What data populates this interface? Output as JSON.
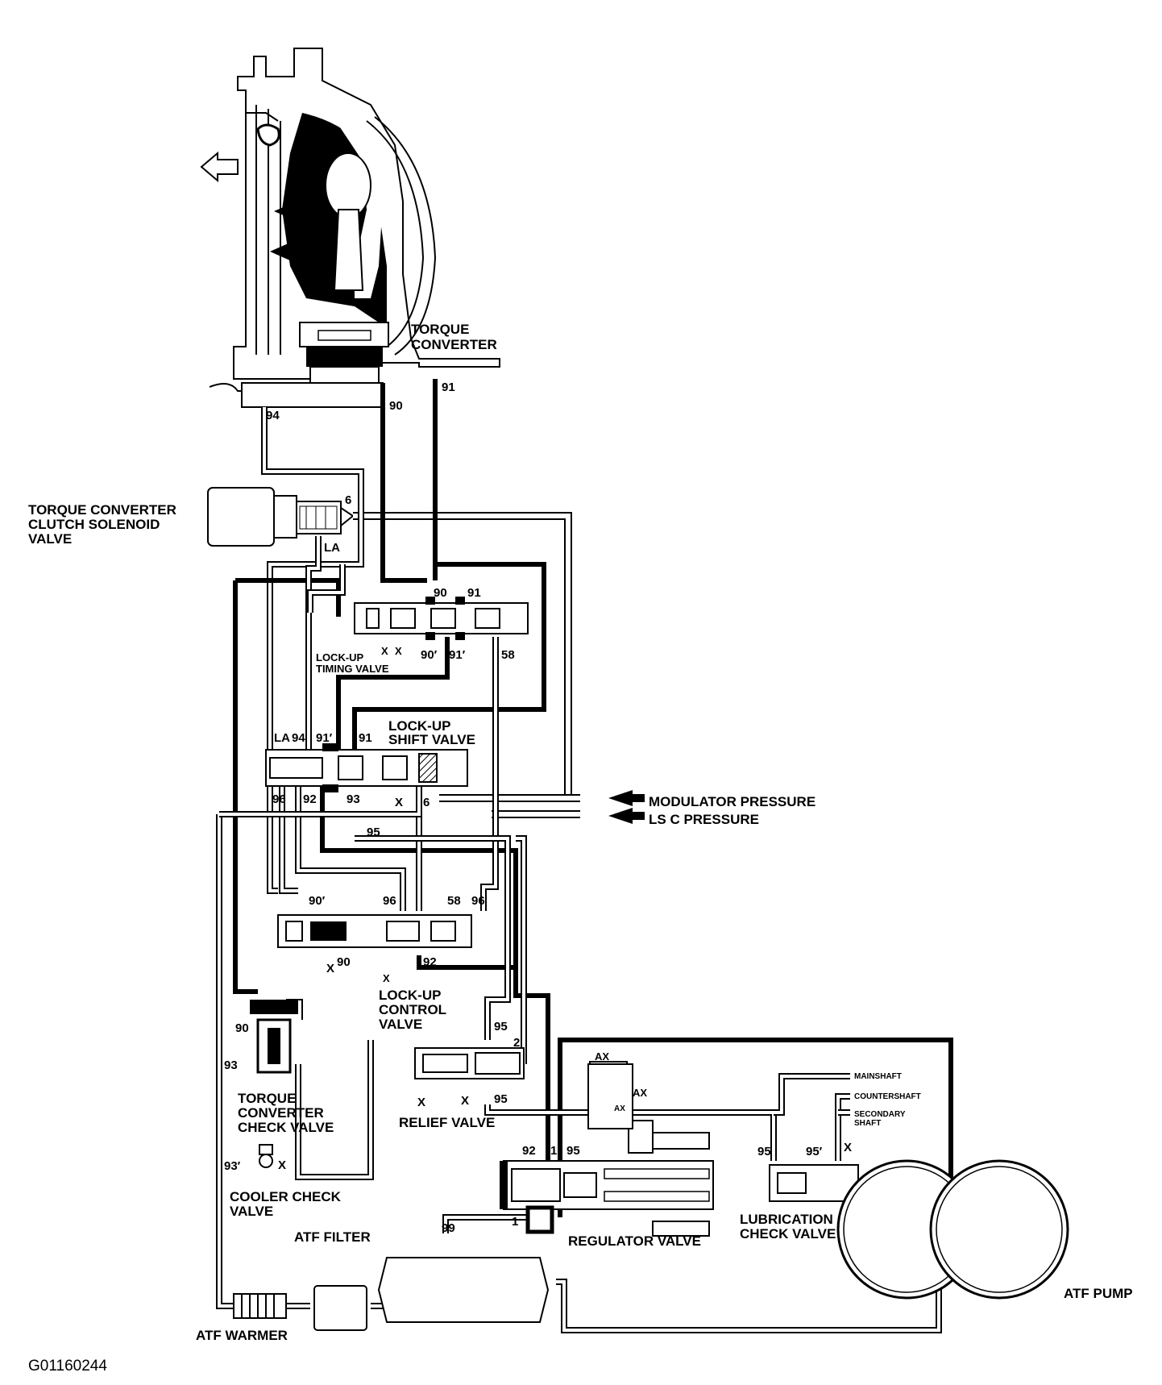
{
  "labels": {
    "torque_converter": [
      "TORQUE",
      "CONVERTER"
    ],
    "tcc_solenoid": [
      "TORQUE CONVERTER",
      "CLUTCH SOLENOID",
      "VALVE"
    ],
    "lockup_timing_valve": [
      "LOCK-UP",
      "TIMING VALVE"
    ],
    "lockup_shift_valve": [
      "LOCK-UP",
      "SHIFT VALVE"
    ],
    "modulator_pressure": "MODULATOR PRESSURE",
    "lsc_pressure": "LS C PRESSURE",
    "lockup_control_valve": [
      "LOCK-UP",
      "CONTROL",
      "VALVE"
    ],
    "relief_valve": "RELIEF VALVE",
    "tc_check_valve": [
      "TORQUE",
      "CONVERTER",
      "CHECK VALVE"
    ],
    "cooler_check_valve": [
      "COOLER CHECK",
      "VALVE"
    ],
    "atf_filter": "ATF FILTER",
    "atf_warmer": "ATF WARMER",
    "regulator_valve": "REGULATOR VALVE",
    "lubrication_check_valve": [
      "LUBRICATION",
      "CHECK VALVE"
    ],
    "atf_pump": "ATF PUMP",
    "mainshaft": "MAINSHAFT",
    "countershaft": "COUNTERSHAFT",
    "secondary_shaft": [
      "SECONDARY",
      "SHAFT"
    ],
    "figure_id": "G01160244"
  },
  "port_numbers": {
    "p91_top": "91",
    "p94_top": "94",
    "p90_top": "90",
    "p6_sol": "6",
    "la_sol": "LA",
    "p90_tim": "90",
    "p91_tim": "91",
    "p90p_tim": "90′",
    "p91p_tim": "91′",
    "p58_tim": "58",
    "x1_tim": "X",
    "x2_tim": "X",
    "la_sh": "LA",
    "p94_sh": "94",
    "p91p_sh": "91′",
    "p91_sh": "91",
    "p96_sh": "96",
    "p92_sh": "92",
    "p93_sh": "93",
    "x_sh": "X",
    "p6_sh": "6",
    "p95_sh": "95",
    "p90p_ctl": "90′",
    "p96_ctl": "96",
    "p58_ctl": "58",
    "p96b_ctl": "96",
    "x_ctl": "X",
    "p90_ctl": "90",
    "x2_ctl": "X",
    "p92_ctl": "92",
    "p90_chk": "90",
    "p93_chk": "93",
    "p93p_chk": "93′",
    "x_chk": "X",
    "p95_rel": "95",
    "p2_rel": "2",
    "x1_rel": "X",
    "x2_rel": "X",
    "p95b_rel": "95",
    "p92_reg": "92",
    "p1_reg": "1",
    "p95_reg": "95",
    "p1b_reg": "1",
    "ax_top": "AX",
    "ax_side": "AX",
    "ax_low": "AX",
    "p99": "99",
    "p95_lub": "95",
    "p95p_lub": "95′",
    "x_lub": "X"
  }
}
